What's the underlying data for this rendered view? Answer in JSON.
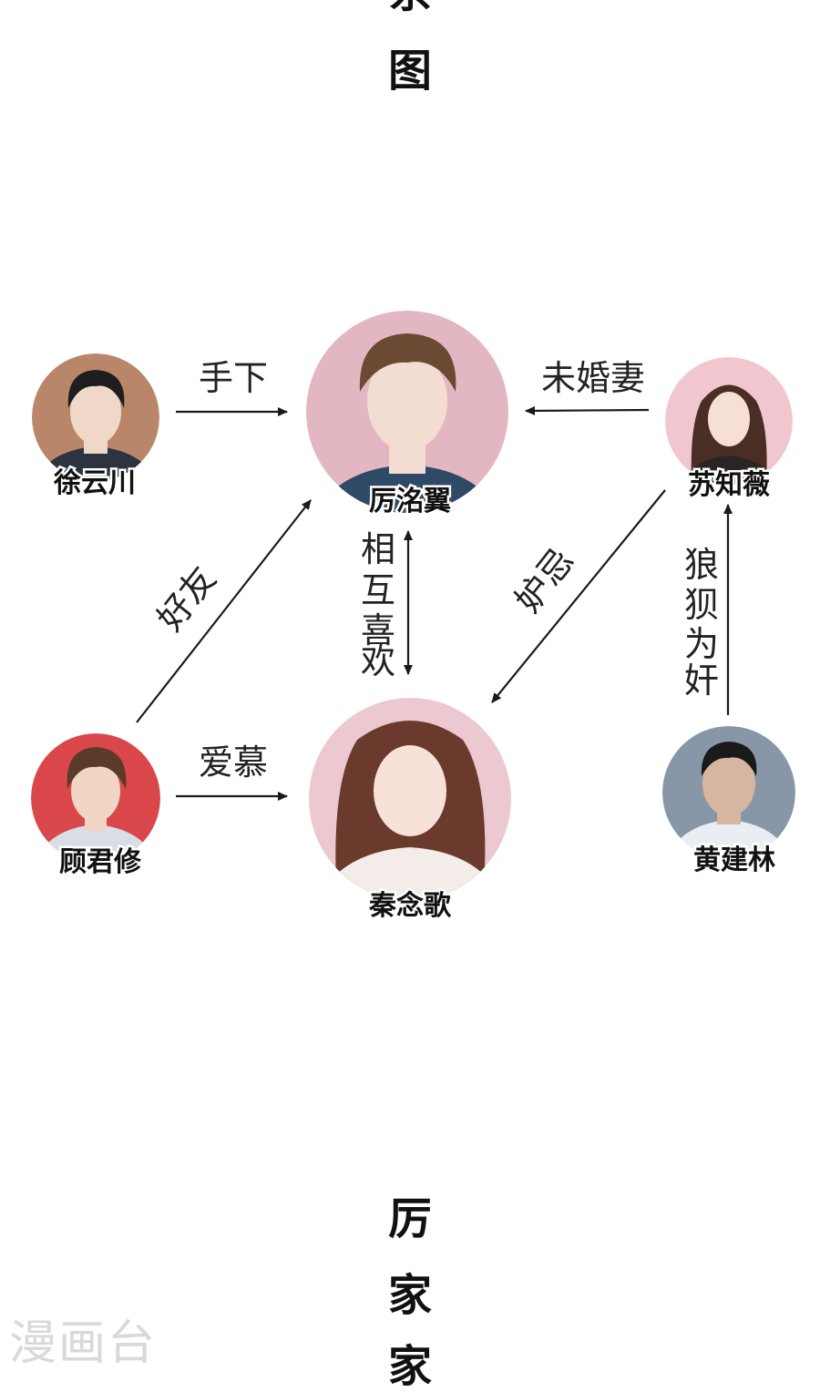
{
  "title_top": {
    "tail_char": "系",
    "char": "图"
  },
  "people": {
    "li": {
      "name": "厉洺翼",
      "bg": "#e3b7c2",
      "hair": "#6b4a33",
      "skin": "#f3ddd2",
      "shirt": "#2e4a66"
    },
    "xu": {
      "name": "徐云川",
      "bg": "#b9866a",
      "hair": "#1e1e1e",
      "skin": "#f0d8c8",
      "shirt": "#2d3440"
    },
    "su": {
      "name": "苏知薇",
      "bg": "#f0c6cf",
      "hair": "#4a2e26",
      "skin": "#f6e0d6",
      "shirt": "#2b2424"
    },
    "gu": {
      "name": "顾君修",
      "bg": "#d9474a",
      "hair": "#5a3a28",
      "skin": "#f1d6c6",
      "shirt": "#d8dde8"
    },
    "qin": {
      "name": "秦念歌",
      "bg": "#ecc8d0",
      "hair": "#6a3b2c",
      "skin": "#f7e1d8",
      "shirt": "#f3ece8"
    },
    "huang": {
      "name": "黄建林",
      "bg": "#8797a8",
      "hair": "#1a1a1a",
      "skin": "#d6b6a0",
      "shirt": "#e8eef4"
    }
  },
  "relations": {
    "subordinate": "手下",
    "fiancee": "未婚妻",
    "friend": "好友",
    "mutual_like": [
      "相",
      "互",
      "喜",
      "欢"
    ],
    "jealousy": "妒忌",
    "collusion": [
      "狼",
      "狈",
      "为",
      "奸"
    ],
    "admire": "爱慕"
  },
  "title_bottom": {
    "chars": [
      "厉",
      "家",
      "家"
    ]
  },
  "watermark": "漫画台"
}
